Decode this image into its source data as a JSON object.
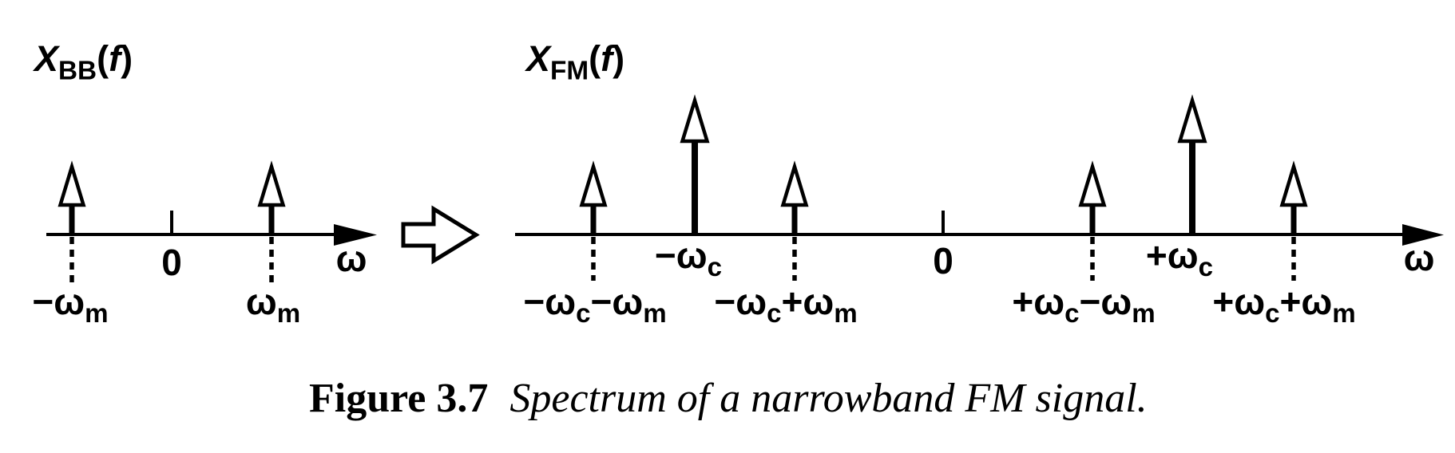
{
  "colors": {
    "ink": "#000000",
    "background": "#ffffff"
  },
  "caption": {
    "label": "Figure 3.7",
    "text": "Spectrum of a narrowband FM signal."
  },
  "icons": {
    "transform_arrow": "block-right-arrow"
  },
  "baseband": {
    "title": {
      "base": "X",
      "sub": "BB",
      "open": "(",
      "var": "f",
      "close": ")"
    },
    "axis": {
      "zero": "0",
      "omega": "ω"
    },
    "impulses": [
      {
        "size": "unit",
        "label": {
          "p0": "−ω",
          "s0": "m"
        }
      },
      {
        "size": "unit",
        "label": {
          "p0": "ω",
          "s0": "m"
        }
      }
    ]
  },
  "fm": {
    "title": {
      "base": "X",
      "sub": "FM",
      "open": "(",
      "var": "f",
      "close": ")"
    },
    "axis": {
      "zero": "0",
      "omega": "ω"
    },
    "impulses": [
      {
        "size": "unit",
        "label": {
          "p0": "−ω",
          "s0": "c",
          "p1": "−ω",
          "s1": "m"
        }
      },
      {
        "size": "tall",
        "label": {
          "p0": "−ω",
          "s0": "c"
        }
      },
      {
        "size": "unit",
        "label": {
          "p0": "−ω",
          "s0": "c",
          "p1": "+ω",
          "s1": "m"
        }
      },
      {
        "size": "unit",
        "label": {
          "p0": "+ω",
          "s0": "c",
          "p1": "−ω",
          "s1": "m"
        }
      },
      {
        "size": "tall",
        "label": {
          "p0": "+ω",
          "s0": "c"
        }
      },
      {
        "size": "unit",
        "label": {
          "p0": "+ω",
          "s0": "c",
          "p1": "+ω",
          "s1": "m"
        }
      }
    ]
  }
}
